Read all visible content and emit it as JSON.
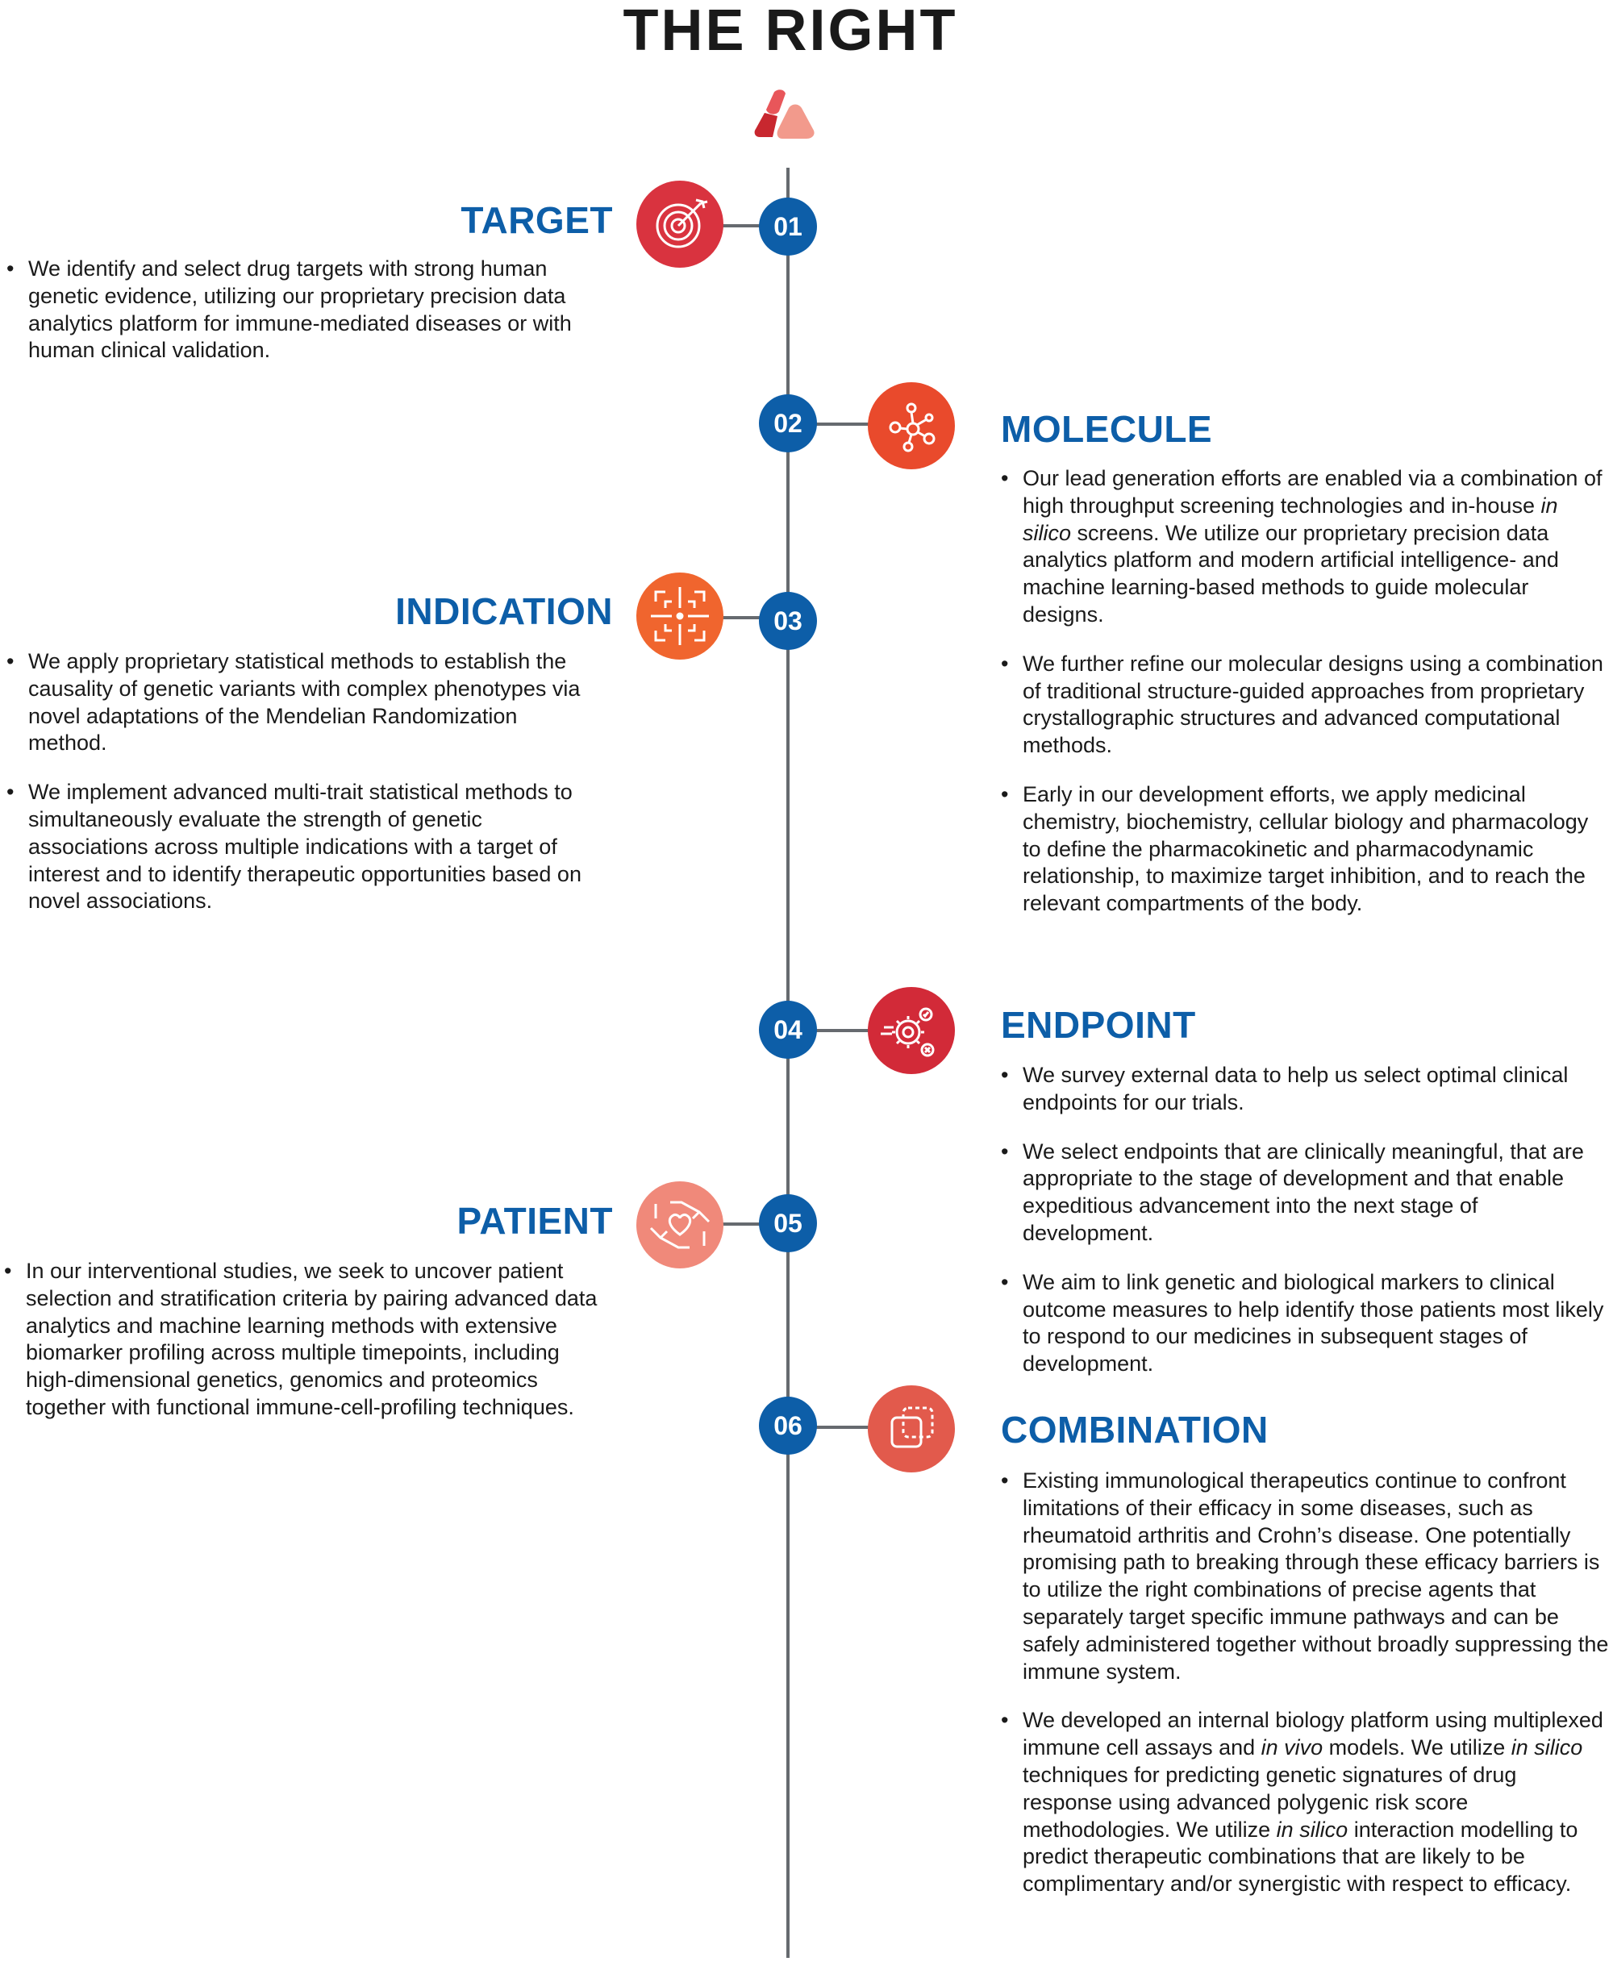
{
  "title": "THE RIGHT",
  "logo_icon": "right-logo-icon",
  "colors": {
    "blue": "#0d5ea8",
    "red": "#d9333f",
    "orange_red": "#e94a2c",
    "orange": "#f0652e",
    "salmon": "#f0897a",
    "coral": "#e25a4c",
    "line": "#666a6f"
  },
  "sections": [
    {
      "num": "01",
      "heading": "TARGET",
      "icon": "target-icon",
      "bullets": [
        "We identify and select drug targets with strong human genetic evidence, utilizing our proprietary precision data analytics platform for immune-mediated diseases or with human clinical validation."
      ]
    },
    {
      "num": "02",
      "heading": "MOLECULE",
      "icon": "molecule-icon",
      "bullets": [
        "Our lead generation efforts are enabled via a combination of high throughput screening technologies and in-house in silico screens. We utilize our proprietary precision data analytics platform and modern artificial intelligence- and machine learning-based methods to guide molecular designs.",
        "We further refine our molecular designs using a combination of traditional structure-guided approaches from proprietary crystallographic structures and advanced computational methods.",
        "Early in our development efforts, we apply medicinal chemistry, biochemistry, cellular biology and pharmacology to define the pharmacokinetic  and pharmacodynamic  relationship, to maximize target inhibition, and to reach the relevant compartments of the body."
      ]
    },
    {
      "num": "03",
      "heading": "INDICATION",
      "icon": "focus-scan-icon",
      "bullets": [
        "We apply proprietary statistical methods to establish the causality of genetic variants with complex phenotypes via novel adaptations of the Mendelian Randomization method.",
        "We implement advanced multi-trait statistical methods to simultaneously evaluate the strength of genetic associations across multiple indications with a target of interest and to identify therapeutic opportunities based on novel associations."
      ]
    },
    {
      "num": "04",
      "heading": "ENDPOINT",
      "icon": "endpoint-gear-icon",
      "bullets": [
        "We survey external data to help us select optimal clinical endpoints for our trials.",
        "We select endpoints that are clinically meaningful, that are appropriate to the stage of development and that enable expeditious advancement into the next stage of development.",
        "We aim to link genetic and biological markers to clinical outcome measures to help identify those patients most likely to respond to our medicines in subsequent stages of development."
      ]
    },
    {
      "num": "05",
      "heading": "PATIENT",
      "icon": "heart-hands-icon",
      "bullets": [
        "In our interventional studies, we seek to uncover patient selection and stratification criteria by pairing advanced data analytics and machine learning methods with extensive biomarker profiling across multiple timepoints, including high-dimensional genetics, genomics and proteomics together with functional immune-cell-profiling techniques."
      ]
    },
    {
      "num": "06",
      "heading": "COMBINATION",
      "icon": "combine-squares-icon",
      "bullets": [
        "Existing immunological therapeutics continue to confront limitations of their efficacy in some diseases, such as rheumatoid arthritis and Crohn’s disease. One potentially promising path to breaking through these efficacy barriers is to utilize the right combinations of precise agents that separately target specific immune pathways and can be safely administered together without broadly suppressing the immune system.",
        "We developed an internal biology platform using multiplexed immune cell assays and in vivo models. We utilize in silico techniques for predicting genetic signatures of drug response using advanced polygenic risk score methodologies. We utilize in silico interaction modelling to predict therapeutic combinations that are likely to be complimentary and/or synergistic with respect to efficacy."
      ]
    }
  ]
}
